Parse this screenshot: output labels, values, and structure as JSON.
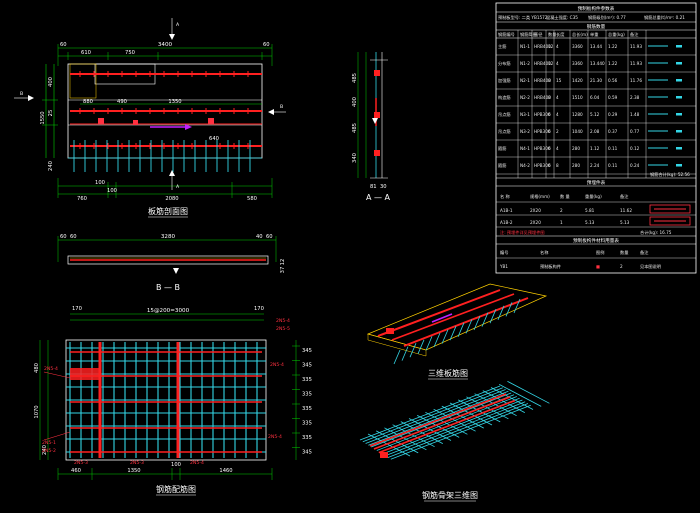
{
  "colors": {
    "background": "#000000",
    "concrete_outline": "#ffffff",
    "rebar_main": "#ff2020",
    "rebar_secondary": "#33d6e6",
    "dimension": "#00d000",
    "annotation": "#ff3040",
    "marker": "#ffff00",
    "arrow": "#c020ff"
  },
  "icons": {
    "section_marker": "section-cut-triangle-icon",
    "rebar_tag": "rebar-callout-icon"
  },
  "views": {
    "elevation": {
      "title": "板筋剖面图",
      "top_total": "3400",
      "top_segments": [
        "610",
        "750"
      ],
      "top_edge_dims": [
        "60",
        "60"
      ],
      "mid_segments": [
        "880",
        "490",
        "1350"
      ],
      "mid_dim_right": "640",
      "bottom_segments": [
        "760",
        "100",
        "2080",
        "580"
      ],
      "bottom_small": "100",
      "left_total": "1550",
      "left_segments": [
        "400",
        "25",
        "240"
      ],
      "section_labels": [
        "A",
        "B",
        "A",
        "B"
      ]
    },
    "section_a": {
      "title": "A — A",
      "left_dims": [
        "485",
        "400",
        "485",
        "340"
      ],
      "bottom_dims": [
        "81",
        "30"
      ]
    },
    "section_b": {
      "title": "B — B",
      "top_total": "3280",
      "edge_dims": [
        "60",
        "60",
        "40",
        "60"
      ],
      "right_dims": [
        "12",
        "37"
      ]
    },
    "plan": {
      "title": "钢筋配筋图",
      "top_total": "15@200=3000",
      "top_edge": [
        "170",
        "170"
      ],
      "left_dims": [
        "480",
        "1070",
        "240"
      ],
      "right_dims": [
        "345",
        "345",
        "335",
        "335",
        "335",
        "335",
        "335",
        "345"
      ],
      "bottom_dims": [
        "460",
        "1350",
        "100",
        "1460"
      ],
      "callouts": [
        "2N5-4",
        "2N5-1",
        "2N5-2",
        "2N5-3",
        "2N5-3",
        "2N5-4",
        "2N5-4",
        "2N5-5",
        "2N5-4",
        "2N5-4"
      ]
    },
    "iso_section": {
      "title": "三维板筋图"
    },
    "iso_rebar": {
      "title": "钢筋骨架三维图"
    }
  },
  "table": {
    "title": "预制板构件参数表",
    "params": [
      "预制板型号: 二类 YB1572",
      "混凝土强度: C35",
      "钢筋级别(m²): 0.77",
      "钢筋总重(t)/m²: 0.21"
    ],
    "quantity_header": "钢筋数量",
    "columns": [
      "钢筋编号",
      "钢筋简图",
      "直径",
      "数量",
      "长度",
      "总长(m)",
      "单重",
      "总重(kg)",
      "备注"
    ],
    "rows": [
      [
        "主筋",
        "N1-1",
        "HRB400",
        "12",
        "4",
        "3360",
        "13.44",
        "1.22",
        "11.93"
      ],
      [
        "分布筋",
        "N1-2",
        "HRB400",
        "12",
        "4",
        "3360",
        "13.440",
        "1.22",
        "11.93"
      ],
      [
        "加强筋",
        "N2-1",
        "HRB400",
        "8",
        "15",
        "1420",
        "21.30",
        "0.56",
        "11.76"
      ],
      [
        "构造筋",
        "N2-2",
        "HRB400",
        "8",
        "4",
        "1510",
        "6.04",
        "0.59",
        "2.38"
      ],
      [
        "吊点筋",
        "N3-1",
        "HPB300",
        "6",
        "4",
        "1280",
        "5.12",
        "0.29",
        "1.48"
      ],
      [
        "吊点筋",
        "N3-2",
        "HPB300",
        "6",
        "2",
        "1040",
        "2.08",
        "0.37",
        "0.77"
      ],
      [
        "箍筋",
        "N4-1",
        "HPB300",
        "6",
        "4",
        "280",
        "1.12",
        "0.11",
        "0.12"
      ],
      [
        "箍筋",
        "N4-2",
        "HPB300",
        "6",
        "8",
        "280",
        "2.24",
        "0.11",
        "0.24"
      ]
    ],
    "rebar_total": "钢筋合计(kg): 52.56",
    "embed_header": "预埋件表",
    "embed_columns": [
      "名 称",
      "规格(mm)",
      "数 量",
      "重量(kg)",
      "备注"
    ],
    "embed_rows": [
      [
        "A1B-1",
        "2X20",
        "2",
        "5.81",
        "11.62"
      ],
      [
        "A1B-2",
        "2X20",
        "1",
        "5.13",
        "5.13"
      ]
    ],
    "embed_note": "注: 预埋件详见预埋件图",
    "embed_total": "合计(kg): 16.75",
    "material_header": "预制板构件材料用量表",
    "material_columns": [
      "编号",
      "名称",
      "图例",
      "数量",
      "备注"
    ],
    "material_rows": [
      [
        "YB1",
        "预制板构件",
        "■",
        "2",
        "见本图说明"
      ]
    ]
  }
}
